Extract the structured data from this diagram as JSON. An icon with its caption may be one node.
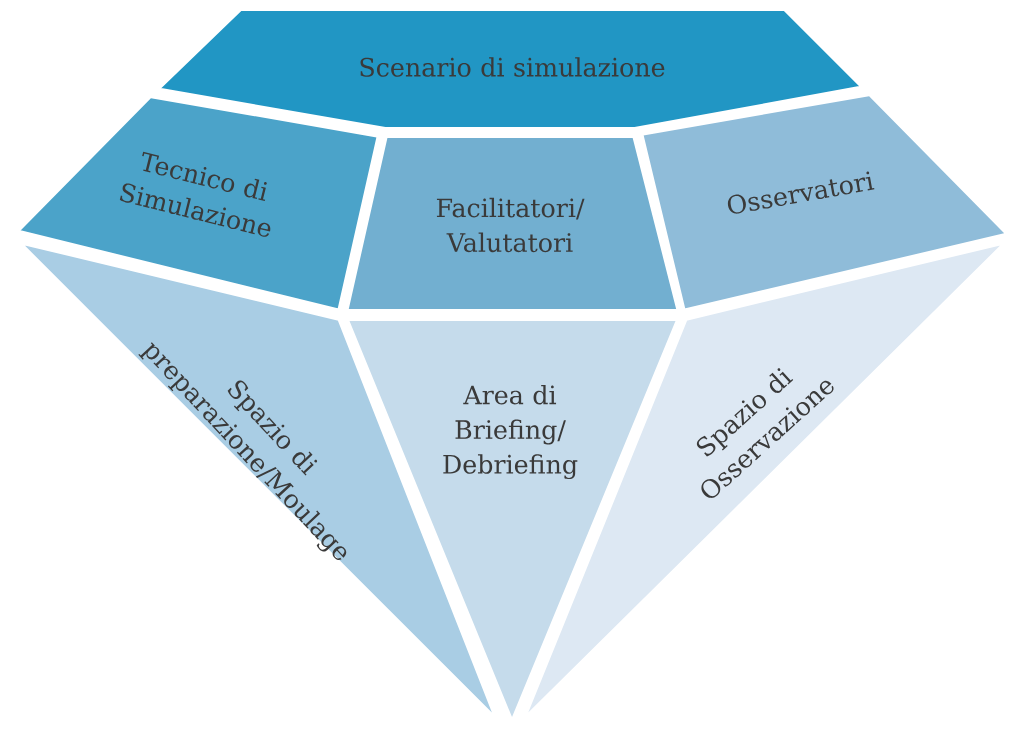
{
  "diagram": {
    "nodes": [
      {
        "text": [
          "Scenario di simulazione"
        ]
      },
      {
        "text": [
          "Tecnico di Simulazione"
        ]
      },
      {
        "text": [
          "Facilitatori/ Valutatori"
        ]
      },
      {
        "text": [
          "Osservatori"
        ]
      },
      {
        "text": [
          "Spazio di preparazione/Moulage"
        ]
      },
      {
        "text": [
          "Area di Briefing/ Debriefing"
        ]
      },
      {
        "text": [
          "Spazio di Osservazione"
        ]
      }
    ]
  }
}
